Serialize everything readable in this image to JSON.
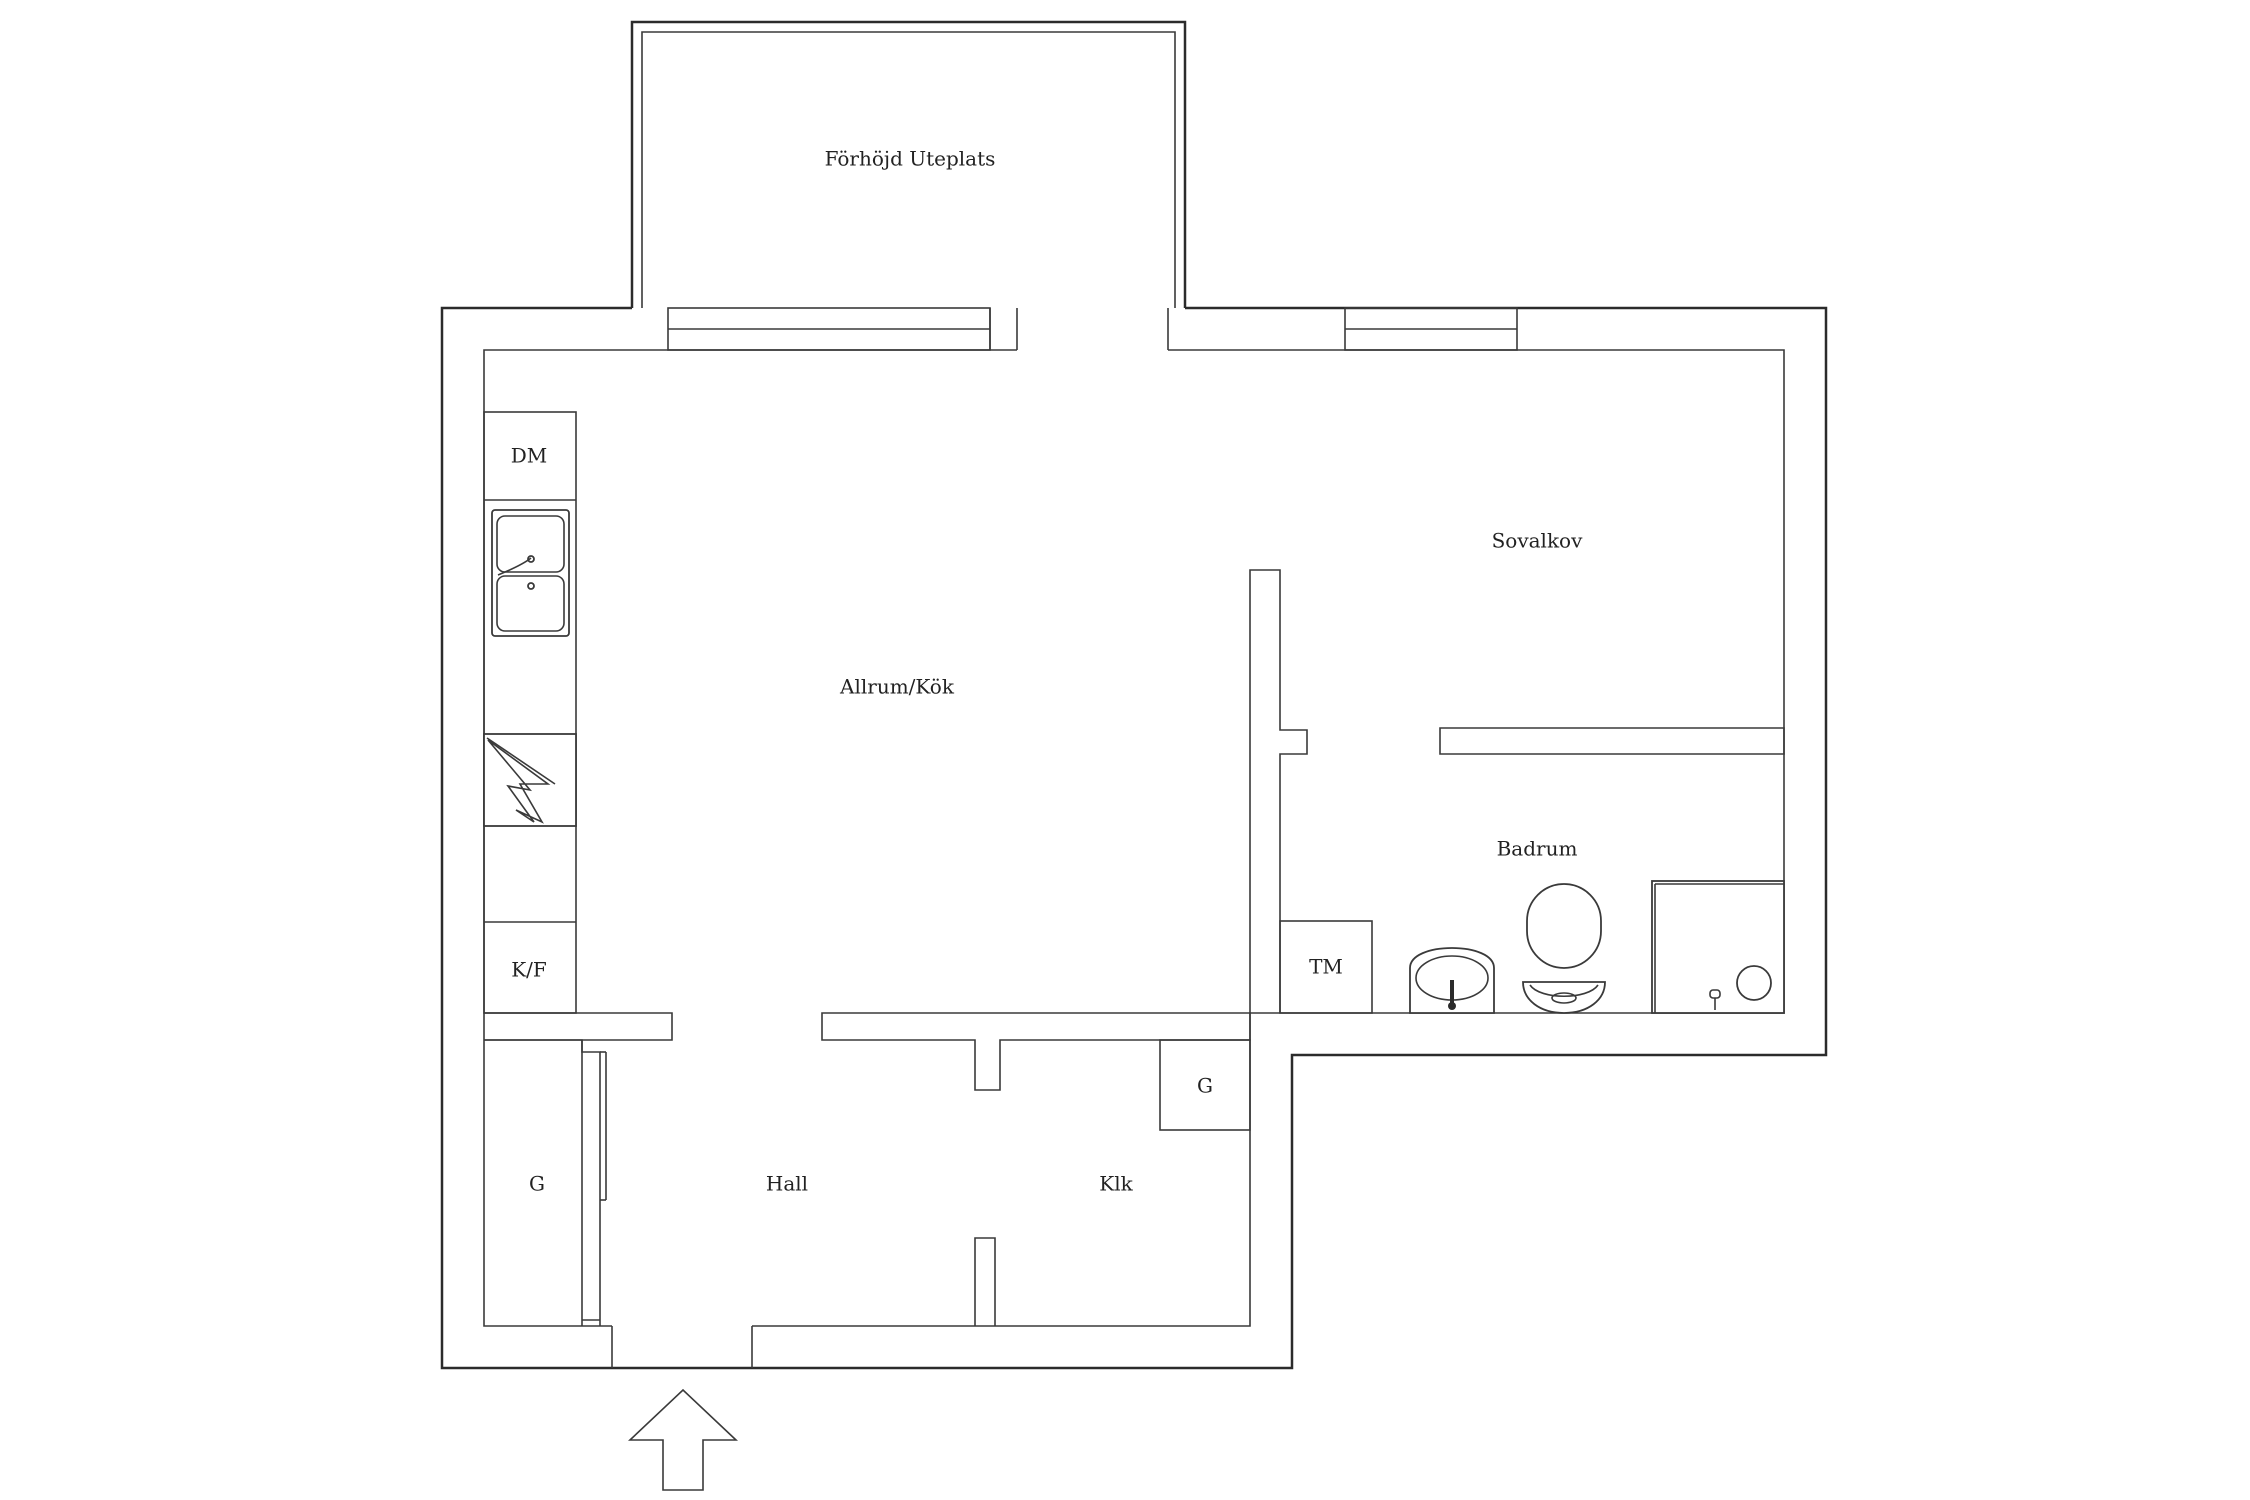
{
  "rooms": {
    "terrace": "Förhöjd Uteplats",
    "living_kitchen": "Allrum/Kök",
    "bedroom_alcove": "Sovalkov",
    "bathroom": "Badrum",
    "hall": "Hall",
    "walk_in_closet": "Klk"
  },
  "fixtures": {
    "dishwasher": "DM",
    "fridge_freezer": "K/F",
    "washing_machine": "TM",
    "wardrobe_hall": "G",
    "wardrobe_closet": "G"
  },
  "entrance": {
    "icon": "entrance-arrow-icon"
  },
  "colors": {
    "line": "#2b2b2b",
    "background": "#ffffff"
  }
}
